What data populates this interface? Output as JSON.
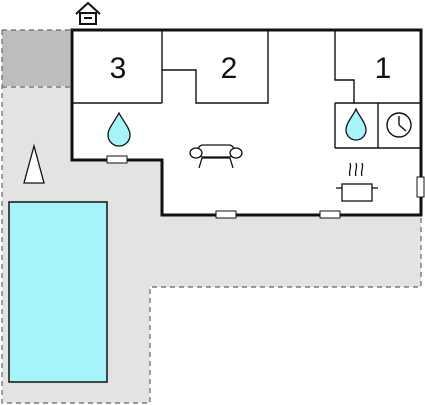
{
  "rooms": [
    {
      "id": "bedroom-3",
      "label": "3"
    },
    {
      "id": "bedroom-2",
      "label": "2"
    },
    {
      "id": "bedroom-1",
      "label": "1"
    }
  ],
  "colors": {
    "terrace": "#e3e3e3",
    "covered_terrace": "#bdbdbd",
    "pool": "#a5f5fb",
    "walls": "#111111",
    "dashed_border": "#666666",
    "interior": "#ffffff"
  },
  "icons": [
    "house-icon",
    "water-drop-icon",
    "sofa-icon",
    "clock-icon",
    "cooking-pot-icon",
    "north-arrow-icon"
  ]
}
